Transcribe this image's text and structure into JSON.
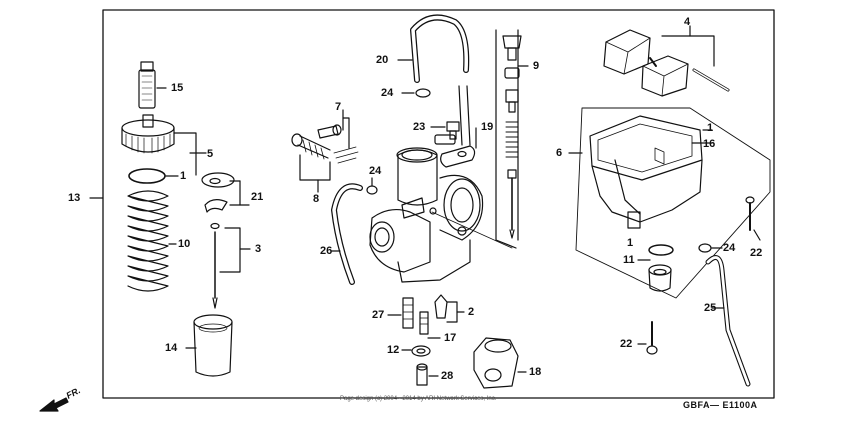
{
  "diagram": {
    "diagram_code": "GBFA— E1100A",
    "direction_label": "FR.",
    "copyright": "Page design (c) 2004 - 2014 by ARI Network Services, Inc.",
    "part_labels": [
      {
        "id": "p1a",
        "text": "1"
      },
      {
        "id": "p1b",
        "text": "1"
      },
      {
        "id": "p1c",
        "text": "1"
      },
      {
        "id": "p2",
        "text": "2"
      },
      {
        "id": "p3",
        "text": "3"
      },
      {
        "id": "p4",
        "text": "4"
      },
      {
        "id": "p5",
        "text": "5"
      },
      {
        "id": "p6",
        "text": "6"
      },
      {
        "id": "p7",
        "text": "7"
      },
      {
        "id": "p8",
        "text": "8"
      },
      {
        "id": "p9",
        "text": "9"
      },
      {
        "id": "p10",
        "text": "10"
      },
      {
        "id": "p11",
        "text": "11"
      },
      {
        "id": "p12",
        "text": "12"
      },
      {
        "id": "p13",
        "text": "13"
      },
      {
        "id": "p14",
        "text": "14"
      },
      {
        "id": "p15",
        "text": "15"
      },
      {
        "id": "p16",
        "text": "16"
      },
      {
        "id": "p17",
        "text": "17"
      },
      {
        "id": "p18",
        "text": "18"
      },
      {
        "id": "p19",
        "text": "19"
      },
      {
        "id": "p20",
        "text": "20"
      },
      {
        "id": "p21",
        "text": "21"
      },
      {
        "id": "p22a",
        "text": "22"
      },
      {
        "id": "p22b",
        "text": "22"
      },
      {
        "id": "p23",
        "text": "23"
      },
      {
        "id": "p24a",
        "text": "24"
      },
      {
        "id": "p24b",
        "text": "24"
      },
      {
        "id": "p24c",
        "text": "24"
      },
      {
        "id": "p25",
        "text": "25"
      },
      {
        "id": "p26",
        "text": "26"
      },
      {
        "id": "p27",
        "text": "27"
      },
      {
        "id": "p28",
        "text": "28"
      }
    ]
  }
}
